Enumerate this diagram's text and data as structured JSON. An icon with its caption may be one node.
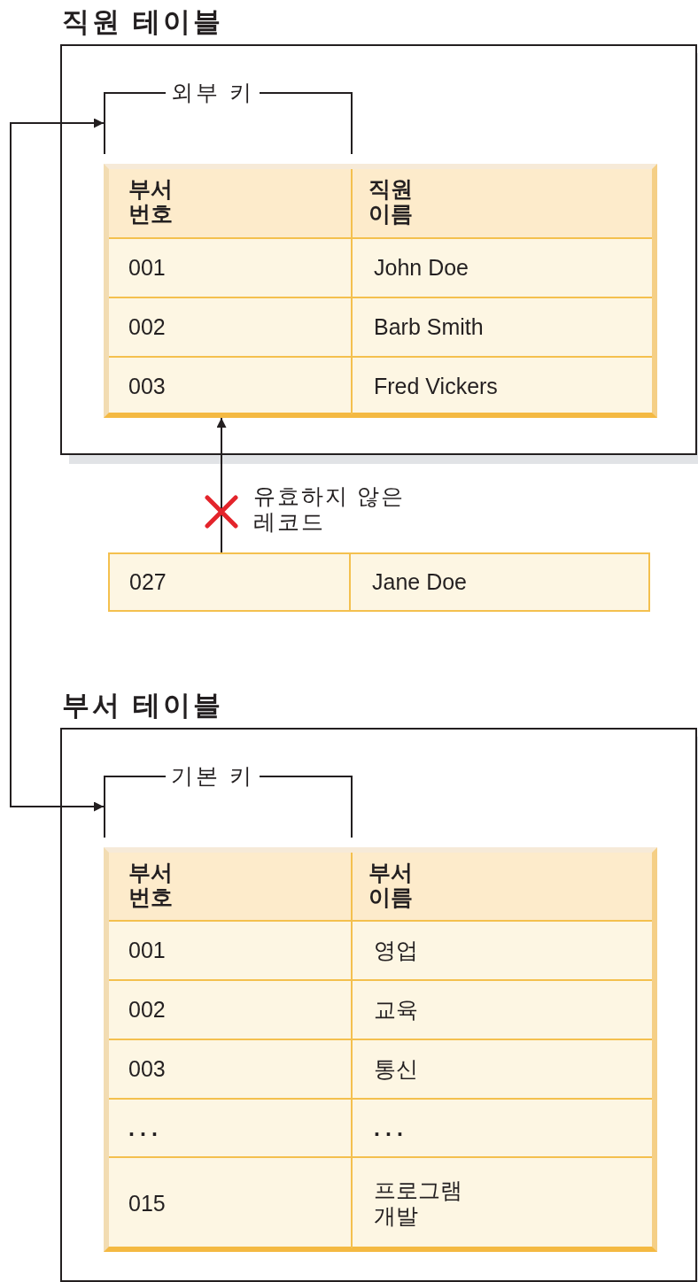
{
  "diagram": {
    "nodes": [
      {
        "text": [
          "직원 테이블"
        ]
      },
      {
        "text": [
          "외부 키"
        ],
        "in": 0
      },
      {
        "text": [
          "부서 번호",
          "직원 이름",
          "001",
          "John Doe",
          "002",
          "Barb Smith",
          "003",
          "Fred Vickers"
        ],
        "in": 0
      },
      {
        "text": [
          "027",
          "Jane Doe"
        ]
      },
      {
        "text": [
          "부서 테이블"
        ]
      },
      {
        "text": [
          "기본 키"
        ],
        "in": 4
      },
      {
        "text": [
          "부서 번호",
          "부서 이름",
          "001",
          "영업",
          "002",
          "교육",
          "003",
          "통신",
          "...",
          "...",
          "015",
          "프로그램 개발"
        ],
        "in": 4
      }
    ],
    "edges": [
      {
        "from": 3,
        "to": 2,
        "arrow": "to",
        "label": "유효하지 않은 레코드"
      },
      {
        "from": 1,
        "to": 5,
        "arrow": "both"
      }
    ]
  }
}
